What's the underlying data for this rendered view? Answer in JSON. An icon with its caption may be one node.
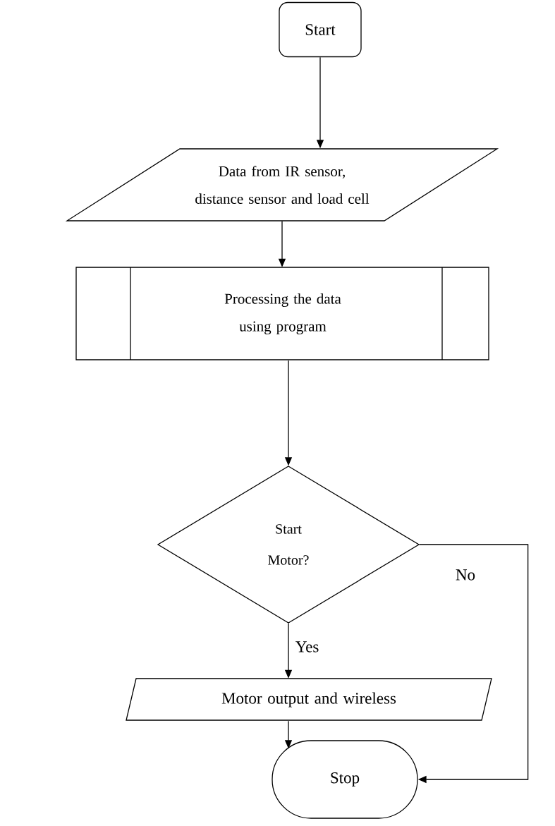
{
  "diagram": {
    "nodes": [
      {
        "text": [
          "Start"
        ]
      },
      {
        "text": [
          "Data from IR sensor, distance sensor and load cell"
        ]
      },
      {
        "text": [
          "Processing the data using program"
        ]
      },
      {
        "text": [
          "Start Motor?"
        ]
      },
      {
        "text": [
          "Motor output and wireless"
        ]
      },
      {
        "text": [
          "Stop"
        ]
      }
    ],
    "edges": [
      {
        "from": 0,
        "to": 1,
        "arrow": "to"
      },
      {
        "from": 1,
        "to": 2,
        "arrow": "to"
      },
      {
        "from": 2,
        "to": 3,
        "arrow": "to"
      },
      {
        "from": 3,
        "to": 4,
        "arrow": "to",
        "label": "Yes"
      },
      {
        "from": 4,
        "to": 5,
        "arrow": "to"
      },
      {
        "from": 3,
        "to": 5,
        "arrow": "to",
        "label": "No"
      }
    ]
  }
}
